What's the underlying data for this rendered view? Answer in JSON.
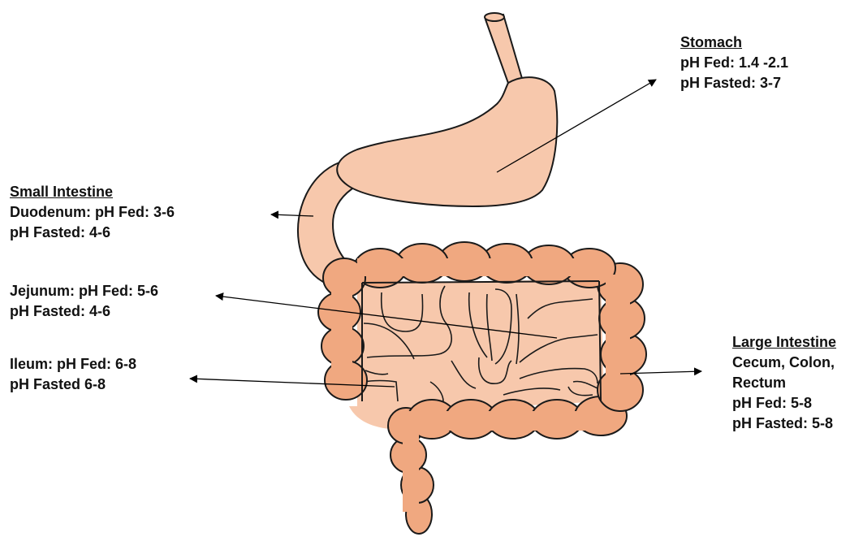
{
  "organs": {
    "stomach": {
      "title": "Stomach",
      "fed": "pH Fed: 1.4 -2.1",
      "fasted": "pH Fasted: 3-7"
    },
    "small_intestine": {
      "title": "Small Intestine",
      "duodenum": {
        "fed": "Duodenum: pH Fed: 3-6",
        "fasted": "pH Fasted: 4-6"
      },
      "jejunum": {
        "fed": "Jejunum: pH Fed: 5-6",
        "fasted": "pH Fasted: 4-6"
      },
      "ileum": {
        "fed": "Ileum: pH Fed: 6-8",
        "fasted": "pH Fasted 6-8"
      }
    },
    "large_intestine": {
      "title": "Large Intestine",
      "parts_line1": "Cecum, Colon,",
      "parts_line2": "Rectum",
      "fed": "pH Fed: 5-8",
      "fasted": "pH Fasted: 5-8"
    }
  },
  "colors": {
    "stomach_fill": "#f7c8ac",
    "colon_fill": "#f0a880",
    "intestine_fill": "#f7c8ac",
    "outline": "#1a1a1a"
  }
}
